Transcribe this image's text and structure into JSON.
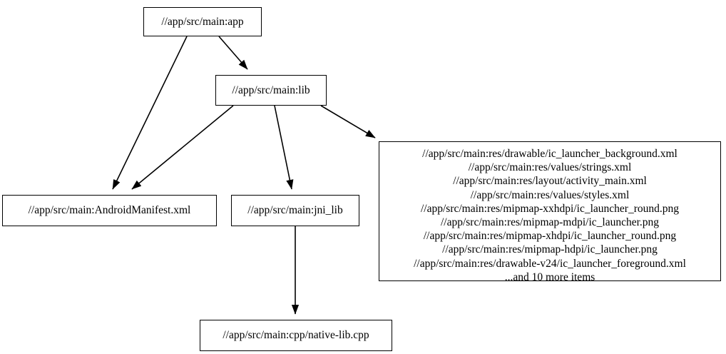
{
  "graph": {
    "type": "directed-dependency-graph",
    "background_color": "#ffffff",
    "node_border_color": "#000000",
    "edge_color": "#000000",
    "nodes": [
      {
        "id": "app",
        "label": "//app/src/main:app"
      },
      {
        "id": "lib",
        "label": "//app/src/main:lib"
      },
      {
        "id": "manifest",
        "label": "//app/src/main:AndroidManifest.xml"
      },
      {
        "id": "jni_lib",
        "label": "//app/src/main:jni_lib"
      },
      {
        "id": "native_lib",
        "label": "//app/src/main:cpp/native-lib.cpp"
      },
      {
        "id": "res",
        "lines": [
          "//app/src/main:res/drawable/ic_launcher_background.xml",
          "//app/src/main:res/values/strings.xml",
          "//app/src/main:res/layout/activity_main.xml",
          "//app/src/main:res/values/styles.xml",
          "//app/src/main:res/mipmap-xxhdpi/ic_launcher_round.png",
          "//app/src/main:res/mipmap-mdpi/ic_launcher.png",
          "//app/src/main:res/mipmap-xhdpi/ic_launcher_round.png",
          "//app/src/main:res/mipmap-hdpi/ic_launcher.png",
          "//app/src/main:res/drawable-v24/ic_launcher_foreground.xml",
          "...and 10 more items"
        ]
      }
    ],
    "edges": [
      {
        "from": "app",
        "to": "lib"
      },
      {
        "from": "app",
        "to": "manifest"
      },
      {
        "from": "lib",
        "to": "manifest"
      },
      {
        "from": "lib",
        "to": "jni_lib"
      },
      {
        "from": "lib",
        "to": "res"
      },
      {
        "from": "jni_lib",
        "to": "native_lib"
      }
    ]
  }
}
